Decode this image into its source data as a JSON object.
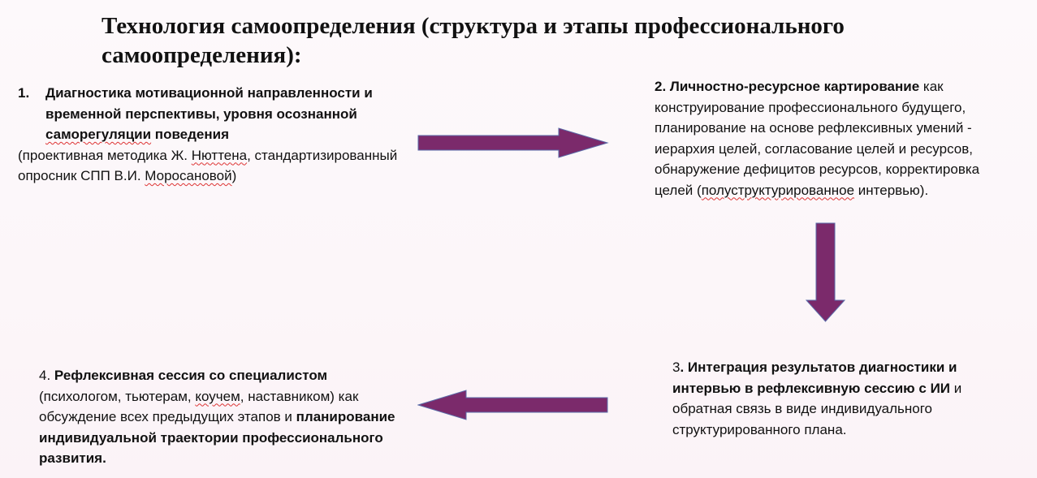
{
  "title": "Технология самоопределения (структура и этапы профессионального самоопределения):",
  "steps": {
    "s1": {
      "number": "1.",
      "heading_a": "Диагностика мотивационной направленности и временной перспективы, уровня осознанной ",
      "heading_b": "саморегуляции",
      "heading_c": " поведения",
      "text_a": "(проективная методика Ж. ",
      "text_b": "Нюттена",
      "text_c": ", стандартизированный опросник СПП В.И. ",
      "text_d": "Моросановой",
      "text_e": ")"
    },
    "s2": {
      "number": "2",
      "bold": ". Личностно-ресурсное картирование",
      "text_a": " как конструирование профессионального будущего, планирование на основе рефлексивных умений - иерархия целей, согласование целей и ресурсов, обнаружение дефицитов ресурсов, корректировка целей (",
      "text_b": "полуструктурированное",
      "text_c": " интервью)."
    },
    "s3": {
      "number": "3",
      "bold": ". Интеграция результатов диагностики и интервью в рефлексивную сессию с ИИ",
      "text": " и обратная связь в виде индивидуального структурированного плана."
    },
    "s4": {
      "number": "4. ",
      "bold_a": "Рефлексивная сессия со специалистом",
      "text_a": " (психологом, тьютерам, ",
      "text_b": "коучем",
      "text_c": ", наставником) как обсуждение всех предыдущих этапов и ",
      "bold_b": "планирование индивидуальной траектории профессионального развития."
    }
  },
  "colors": {
    "arrow": "#7b2a6b",
    "arrow_edge": "#5a6aa8"
  }
}
